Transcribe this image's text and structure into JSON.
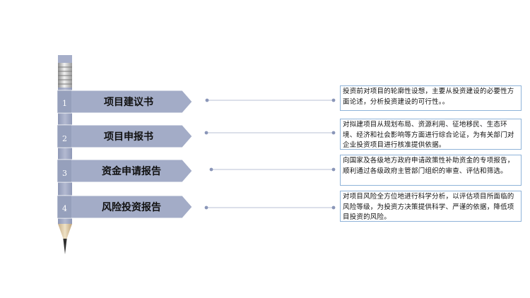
{
  "steps": [
    {
      "number": "1",
      "title": "项目建议书",
      "description": "投资前对项目的轮廓性设想，主要从投资建设的必要性方面论述，分析投资建设的可行性。。"
    },
    {
      "number": "2",
      "title": "项目申报书",
      "description": "对拟建项目从规划布局、资源利用、征地移民、生态环境、经济和社会影响等方面进行综合论证，为有关部门对企业投资项目进行核准提供依据。"
    },
    {
      "number": "3",
      "title": "资金申请报告",
      "description": "向国家及各级地方政府申请政策性补助资金的专项报告，顺利通过各级政府主管部门组织的审查、评估和筛选。"
    },
    {
      "number": "4",
      "title": "风险投资报告",
      "description": "对项目风险全方位地进行科学分析，以评估项目所面临的风险等级，为投资方决策提供科学、严谨的依据，降低项目投资的风险。"
    }
  ],
  "colors": {
    "banner_fill": "#a3acc7",
    "banner_dark": "#7f89a8",
    "pencil_body": "#a6aec9",
    "connector_dot": "#8a96b8",
    "connector_line": "#b8c1d6",
    "box_border": "#8fb3d9"
  }
}
